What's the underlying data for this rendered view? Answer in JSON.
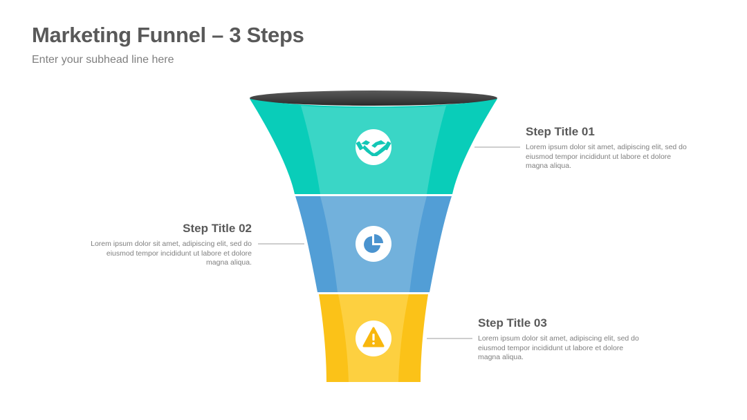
{
  "slide": {
    "title": "Marketing Funnel – 3 Steps",
    "subtitle": "Enter your subhead line here"
  },
  "steps": [
    {
      "title": "Step Title 01",
      "description": "Lorem ipsum dolor sit amet, adipiscing elit, sed do eiusmod tempor incididunt ut labore et dolore magna aliqua.",
      "icon": "handshake-icon",
      "color": "#3ad6c6",
      "side": "right"
    },
    {
      "title": "Step Title 02",
      "description": "Lorem ipsum dolor sit amet, adipiscing elit, sed do eiusmod tempor incididunt ut labore et dolore magna aliqua.",
      "icon": "pie-chart-icon",
      "color": "#6fb1dc",
      "side": "left"
    },
    {
      "title": "Step Title 03",
      "description": "Lorem ipsum dolor sit amet, adipiscing elit, sed do eiusmod tempor incididunt ut labore et dolore magna aliqua.",
      "icon": "warning-icon",
      "color": "#fcd03e",
      "side": "right"
    }
  ],
  "colors": {
    "teal": "#3ad6c6",
    "teal_dark": "#09cdb9",
    "blue": "#72b1dc",
    "blue_dark": "#529ed6",
    "yellow": "#fdd040",
    "yellow_dark": "#fbc218",
    "rim": "#3d3d3d",
    "connector": "#9e9e9e"
  }
}
